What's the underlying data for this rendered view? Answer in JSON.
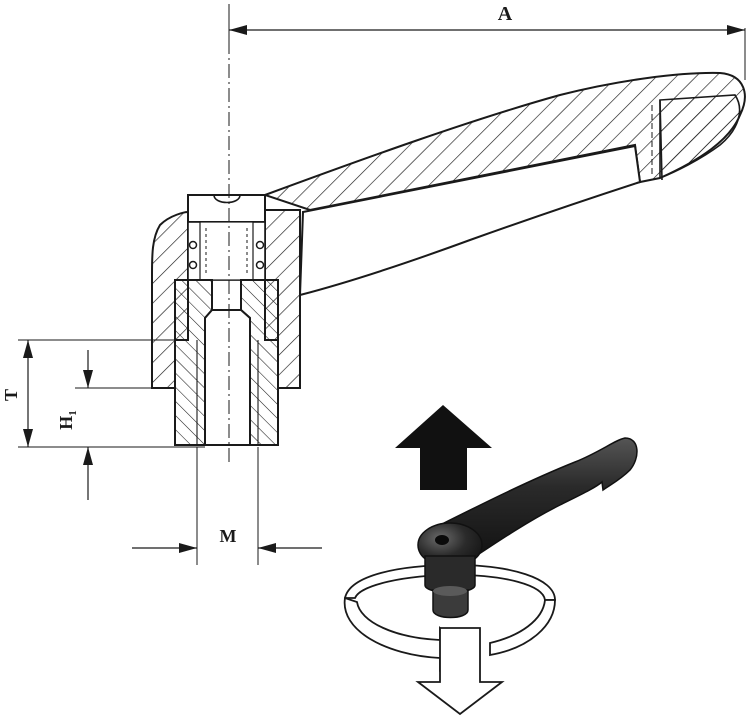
{
  "drawing": {
    "labels": {
      "overall_length": "A",
      "thread_depth": "T",
      "hub_height": "H",
      "hub_height_subscript": "1",
      "thread_size": "M"
    }
  },
  "colors": {
    "line": "#1a1a1a",
    "paper": "#ffffff",
    "handle_dark": "#222222"
  },
  "icons": {
    "up_arrow": "pull-up-arrow-icon",
    "down_arrow": "push-down-arrow-icon",
    "rotation": "rotation-arrow-icon",
    "lever": "clamping-lever-icon"
  }
}
